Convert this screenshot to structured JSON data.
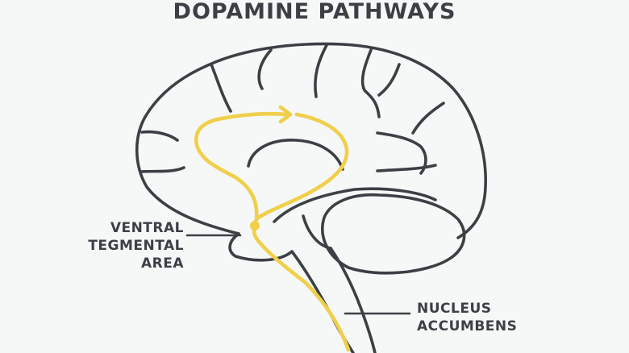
{
  "title": "DOPAMINE PATHWAYS",
  "labels": {
    "vta": [
      "VENTRAL",
      "TEGMENTAL",
      "AREA"
    ],
    "nucleus_accumbens": [
      "NUCLEUS",
      "ACCUMBENS"
    ]
  },
  "colors": {
    "outline": "#3b4045",
    "pathway": "#f0cf4b",
    "background": "#f6f7f7"
  }
}
